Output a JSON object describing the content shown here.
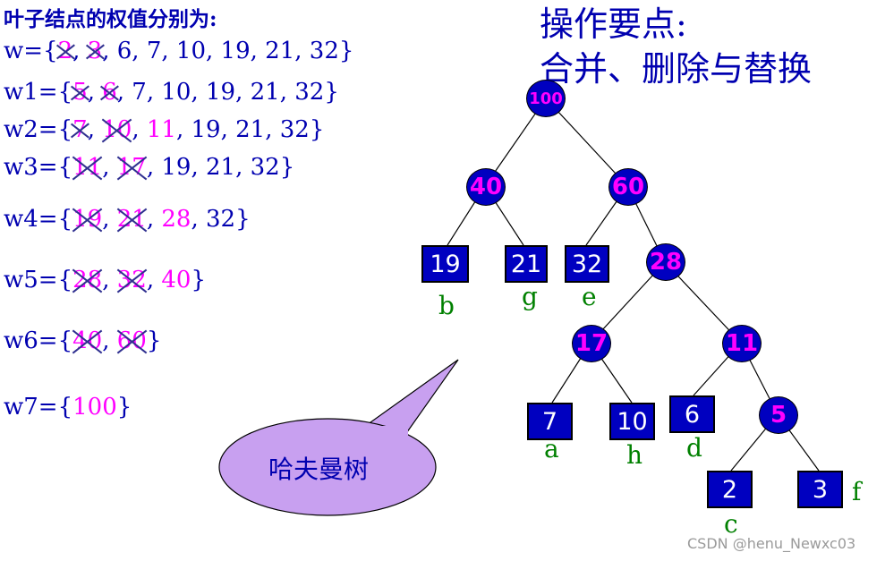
{
  "title": "叶子结点的权值分别为:",
  "ops": {
    "line1": "操作要点:",
    "line2": "合并、删除与替换"
  },
  "weights": {
    "w": {
      "name": "w=",
      "open": "{",
      "close": "}",
      "struck": [
        "2",
        "3"
      ],
      "new": [],
      "rest": [
        "6",
        "7",
        "10",
        "19",
        "21",
        "32"
      ]
    },
    "w1": {
      "name": "w1=",
      "open": "{",
      "close": "}",
      "struck": [
        "5",
        "6"
      ],
      "new": [],
      "rest": [
        "7",
        "10",
        "19",
        "21",
        "32"
      ]
    },
    "w2": {
      "name": "w2=",
      "open": "{",
      "close": "}",
      "struck": [
        "7",
        "10"
      ],
      "new": [
        "11"
      ],
      "rest": [
        "19",
        "21",
        "32"
      ]
    },
    "w3": {
      "name": "w3=",
      "open": "{",
      "close": "}",
      "struck": [
        "11",
        "17"
      ],
      "new": [],
      "rest": [
        "19",
        "21",
        "32"
      ]
    },
    "w4": {
      "name": "w4=",
      "open": "{",
      "close": "}",
      "struck": [
        "19",
        "21"
      ],
      "new": [
        "28"
      ],
      "rest": [
        "32"
      ]
    },
    "w5": {
      "name": "w5=",
      "open": "{",
      "close": "}",
      "struck": [
        "28",
        "32"
      ],
      "new": [
        "40"
      ],
      "rest": []
    },
    "w6": {
      "name": "w6=",
      "open": "{",
      "close": "}",
      "struck": [
        "40",
        "60"
      ],
      "new": [],
      "rest": []
    },
    "w7": {
      "name": "w7=",
      "open": "{",
      "close": "}",
      "struck": [],
      "new": [
        "100"
      ],
      "rest": []
    }
  },
  "bubble": "哈夫曼树",
  "tree": {
    "internal": [
      "100",
      "40",
      "60",
      "28",
      "17",
      "11",
      "5"
    ],
    "leaves": [
      {
        "value": "19",
        "label": "b"
      },
      {
        "value": "21",
        "label": "g"
      },
      {
        "value": "32",
        "label": "e"
      },
      {
        "value": "7",
        "label": "a"
      },
      {
        "value": "10",
        "label": "h"
      },
      {
        "value": "6",
        "label": "d"
      },
      {
        "value": "2",
        "label": "c"
      },
      {
        "value": "3",
        "label": "f"
      }
    ]
  },
  "watermark": "CSDN @henu_Newxc03",
  "colors": {
    "primary": "#0000b0",
    "highlight": "#ff00ff",
    "label": "#008000",
    "bubble": "#c8a0f0"
  }
}
